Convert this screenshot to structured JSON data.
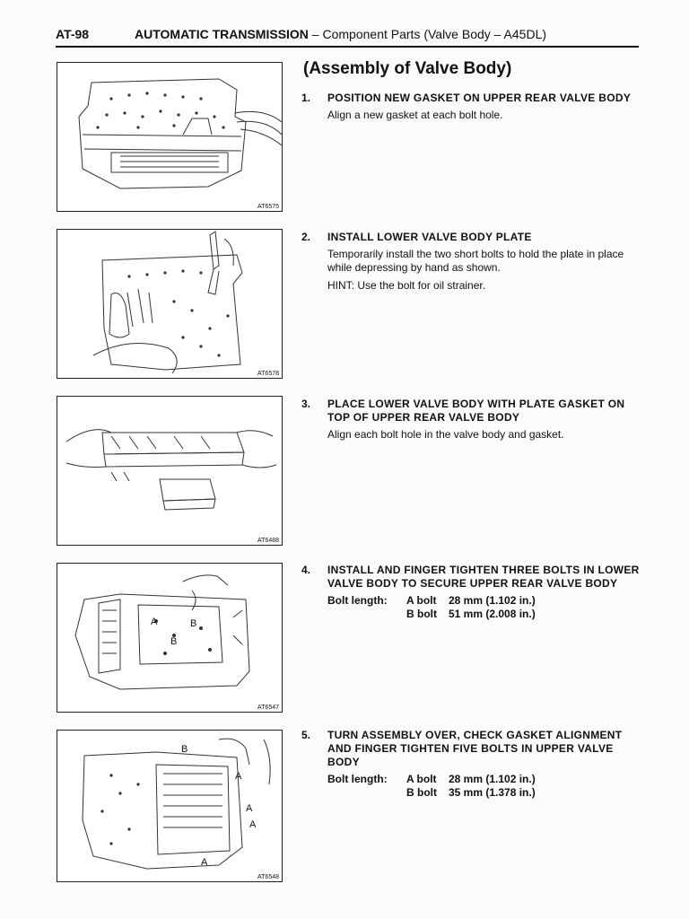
{
  "header": {
    "page_code": "AT-98",
    "title_bold": "AUTOMATIC TRANSMISSION",
    "title_rest": " – Component Parts (Valve Body – A45DL)"
  },
  "section_title": "(Assembly of Valve Body)",
  "steps": [
    {
      "number": "1.",
      "heading": "POSITION NEW GASKET ON UPPER REAR VALVE BODY",
      "body": [
        "Align a new gasket at each bolt hole."
      ],
      "figure_code": "AT6575"
    },
    {
      "number": "2.",
      "heading": "INSTALL LOWER VALVE BODY PLATE",
      "body": [
        "Temporarily install the two short bolts to hold the plate in place while depressing by hand as shown.",
        "HINT:  Use the bolt for oil strainer."
      ],
      "figure_code": "AT6578"
    },
    {
      "number": "3.",
      "heading": "PLACE LOWER VALVE BODY WITH PLATE GASKET ON TOP OF UPPER REAR VALVE BODY",
      "body": [
        "Align each bolt hole in the valve body and gasket."
      ],
      "figure_code": "AT6488"
    },
    {
      "number": "4.",
      "heading": "INSTALL AND FINGER TIGHTEN THREE BOLTS IN LOWER VALVE BODY TO SECURE UPPER REAR VALVE BODY",
      "bolt_label": "Bolt length:",
      "bolts": [
        {
          "name": "A bolt",
          "length": "28 mm (1.102 in.)"
        },
        {
          "name": "B bolt",
          "length": "51 mm (2.008 in.)"
        }
      ],
      "figure_code": "AT6547",
      "figure_labels": [
        "A",
        "B",
        "B"
      ]
    },
    {
      "number": "5.",
      "heading": "TURN ASSEMBLY OVER, CHECK GASKET ALIGNMENT AND FINGER TIGHTEN FIVE BOLTS IN UPPER VALVE BODY",
      "bolt_label": "Bolt length:",
      "bolts": [
        {
          "name": "A bolt",
          "length": "28 mm (1.102 in.)"
        },
        {
          "name": "B bolt",
          "length": "35 mm (1.378 in.)"
        }
      ],
      "figure_code": "AT6548",
      "figure_labels": [
        "B",
        "A",
        "A",
        "A",
        "A"
      ]
    }
  ]
}
